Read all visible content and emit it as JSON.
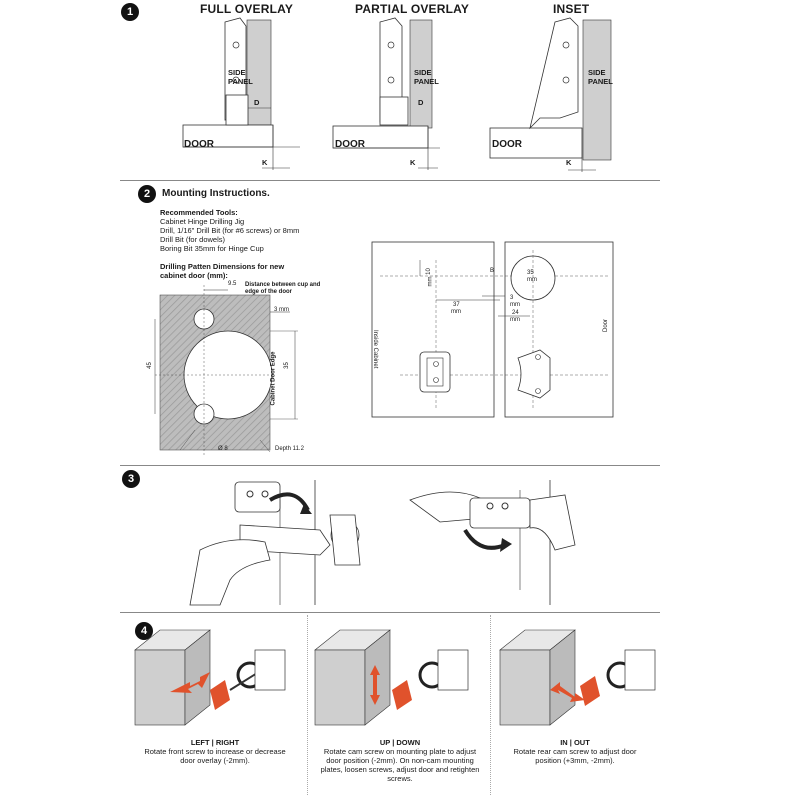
{
  "steps": [
    "1",
    "2",
    "3",
    "4"
  ],
  "section1": {
    "titles": [
      "FULL OVERLAY",
      "PARTIAL OVERLAY",
      "INSET"
    ],
    "side_panel": "SIDE PANEL",
    "door": "DOOR",
    "d": "D",
    "k": "K"
  },
  "section2": {
    "heading": "Mounting Instructions.",
    "tools_heading": "Recommended Tools:",
    "tools": [
      "Cabinet Hinge Drilling Jig",
      "Drill, 1/16\" Drill Bit (for #6 screws) or 8mm",
      "Drill Bit (for dowels)",
      "Boring Bit 35mm for Hinge Cup"
    ],
    "pattern_heading": "Drilling Patten Dimensions for new cabinet door (mm):",
    "dims": {
      "d95": "9.5",
      "dist_note": "Distance between cup and edge of the door",
      "d3mm": "3 mm",
      "d45": "45",
      "d35": "35",
      "edge": "Cabinet Door Edge",
      "dia8": "Ø 8",
      "depth": "Depth 11.2"
    },
    "right": {
      "inside": "Inside Cabinet",
      "door": "Door",
      "b": "B",
      "d37": "37",
      "mm": "mm",
      "d3": "3",
      "d24": "24",
      "d35": "35",
      "d10": "10"
    }
  },
  "section4": {
    "captions": [
      {
        "title": "LEFT | RIGHT",
        "text": "Rotate front screw to increase or decrease door overlay (-2mm)."
      },
      {
        "title": "UP | DOWN",
        "text": "Rotate cam screw on mounting plate to adjust door position (-2mm). On non-cam mounting plates, loosen screws, adjust door and retighten screws."
      },
      {
        "title": "IN | OUT",
        "text": "Rotate rear cam screw to adjust door position (+3mm, -2mm)."
      }
    ]
  },
  "colors": {
    "accent": "#e0522c",
    "ink": "#1a1a1a",
    "hatch": "#bdbdbd"
  }
}
